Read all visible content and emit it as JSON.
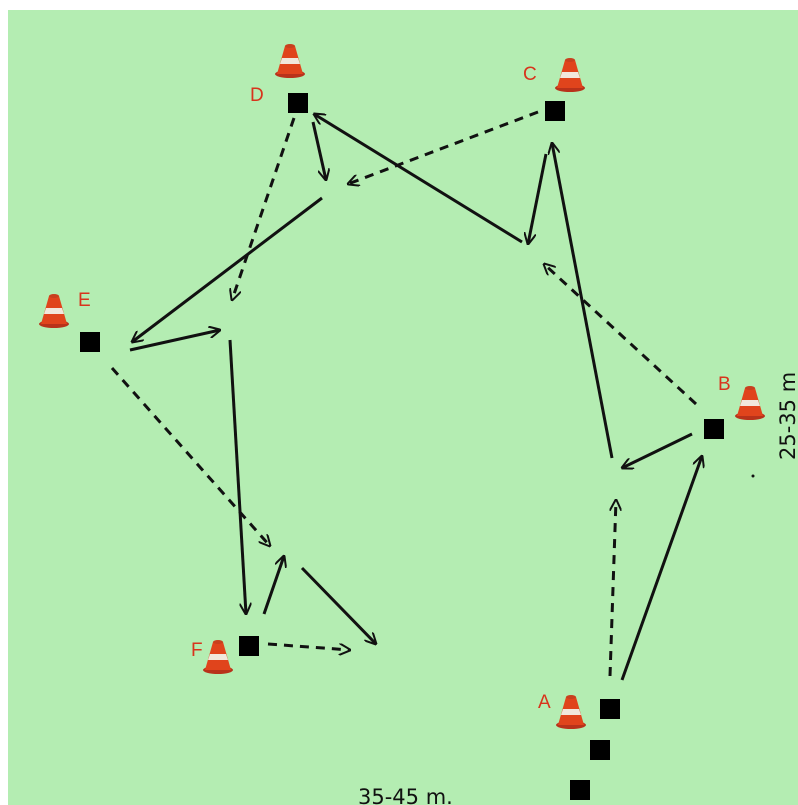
{
  "background_color": "#b4edb2",
  "cone_color": "#e0441c",
  "label_color": "#d8341c",
  "stations": [
    {
      "label": "A",
      "icon": "traffic-cone"
    },
    {
      "label": "B",
      "icon": "traffic-cone"
    },
    {
      "label": "C",
      "icon": "traffic-cone"
    },
    {
      "label": "D",
      "icon": "traffic-cone"
    },
    {
      "label": "E",
      "icon": "traffic-cone"
    },
    {
      "label": "F",
      "icon": "traffic-cone"
    }
  ],
  "dimensions": {
    "bottom": "35-45 m.",
    "right": "25-35 m"
  }
}
